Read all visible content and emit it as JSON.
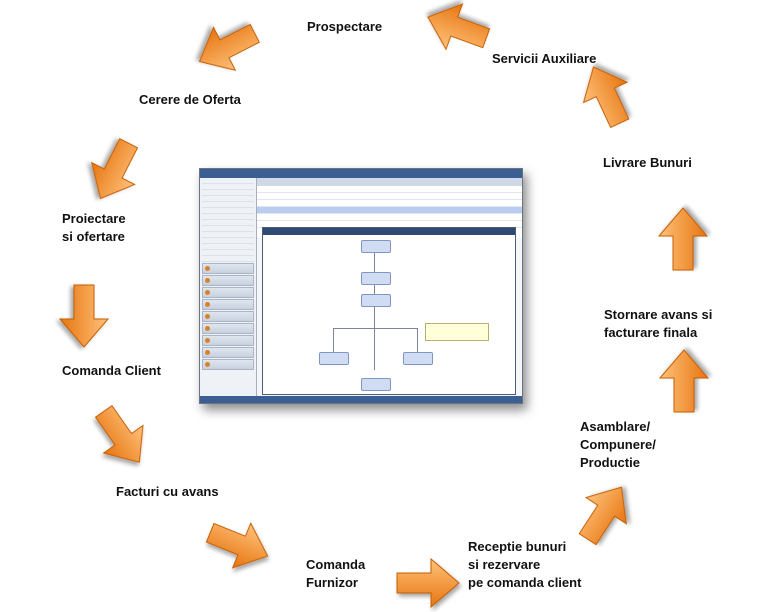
{
  "steps": [
    {
      "id": "prospectare",
      "lines": [
        "Prospectare"
      ]
    },
    {
      "id": "servicii",
      "lines": [
        "Servicii Auxiliare"
      ]
    },
    {
      "id": "livrare",
      "lines": [
        "Livrare Bunuri"
      ]
    },
    {
      "id": "stornare",
      "lines": [
        "Stornare avans si",
        "facturare finala"
      ]
    },
    {
      "id": "asamblare",
      "lines": [
        "Asamblare/",
        "Compunere/",
        "Productie"
      ]
    },
    {
      "id": "receptie",
      "lines": [
        "Receptie bunuri",
        "si rezervare",
        "pe comanda client"
      ]
    },
    {
      "id": "comanda-furnizor",
      "lines": [
        "Comanda",
        "Furnizor"
      ]
    },
    {
      "id": "facturi",
      "lines": [
        "Facturi cu avans"
      ]
    },
    {
      "id": "comanda-client",
      "lines": [
        "Comanda Client"
      ]
    },
    {
      "id": "proiectare",
      "lines": [
        "Proiectare",
        "si ofertare"
      ]
    },
    {
      "id": "cerere",
      "lines": [
        "Cerere de Oferta"
      ]
    }
  ],
  "arrow_colors": {
    "light": "#ffc27a",
    "dark": "#e67410",
    "edge": "#c65e06"
  }
}
